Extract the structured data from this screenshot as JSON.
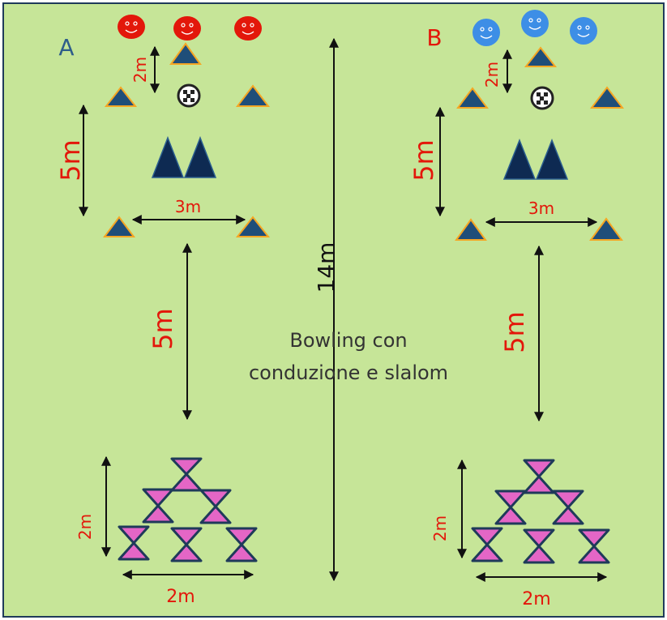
{
  "title_lines": [
    "Bowling con",
    "conduzione e slalom"
  ],
  "colors": {
    "field": "#c6e598",
    "border": "#1f3a5a",
    "cone": "#1f4e79",
    "cone_outline": "#f5a623",
    "big_cone": "#0e2a52",
    "pin": "#e466c6",
    "pin_outline": "#1f3a5a",
    "arrow": "#111111",
    "measure": "#e3170a",
    "team_a_player": "#e3170a",
    "team_b_player": "#3d8ee6",
    "team_a_letter": "#2e5d8a",
    "team_b_letter": "#e3170a"
  },
  "team_a": {
    "letter": "A",
    "players": 3,
    "player_icon": "smiley-face-icon",
    "ball_icon": "soccer-ball-icon",
    "dist_2m_top": "2m",
    "dist_5m_side": "5m",
    "dist_3m": "3m",
    "dist_5m_mid": "5m",
    "dist_2m_pins_side": "2m",
    "dist_2m_pins_bottom": "2m"
  },
  "team_b": {
    "letter": "B",
    "players": 3,
    "player_icon": "smiley-face-icon",
    "ball_icon": "soccer-ball-icon",
    "dist_2m_top": "2m",
    "dist_5m_side": "5m",
    "dist_3m": "3m",
    "dist_5m_mid": "5m",
    "dist_2m_pins_side": "2m",
    "dist_2m_pins_bottom": "2m"
  },
  "total_length": "14m"
}
